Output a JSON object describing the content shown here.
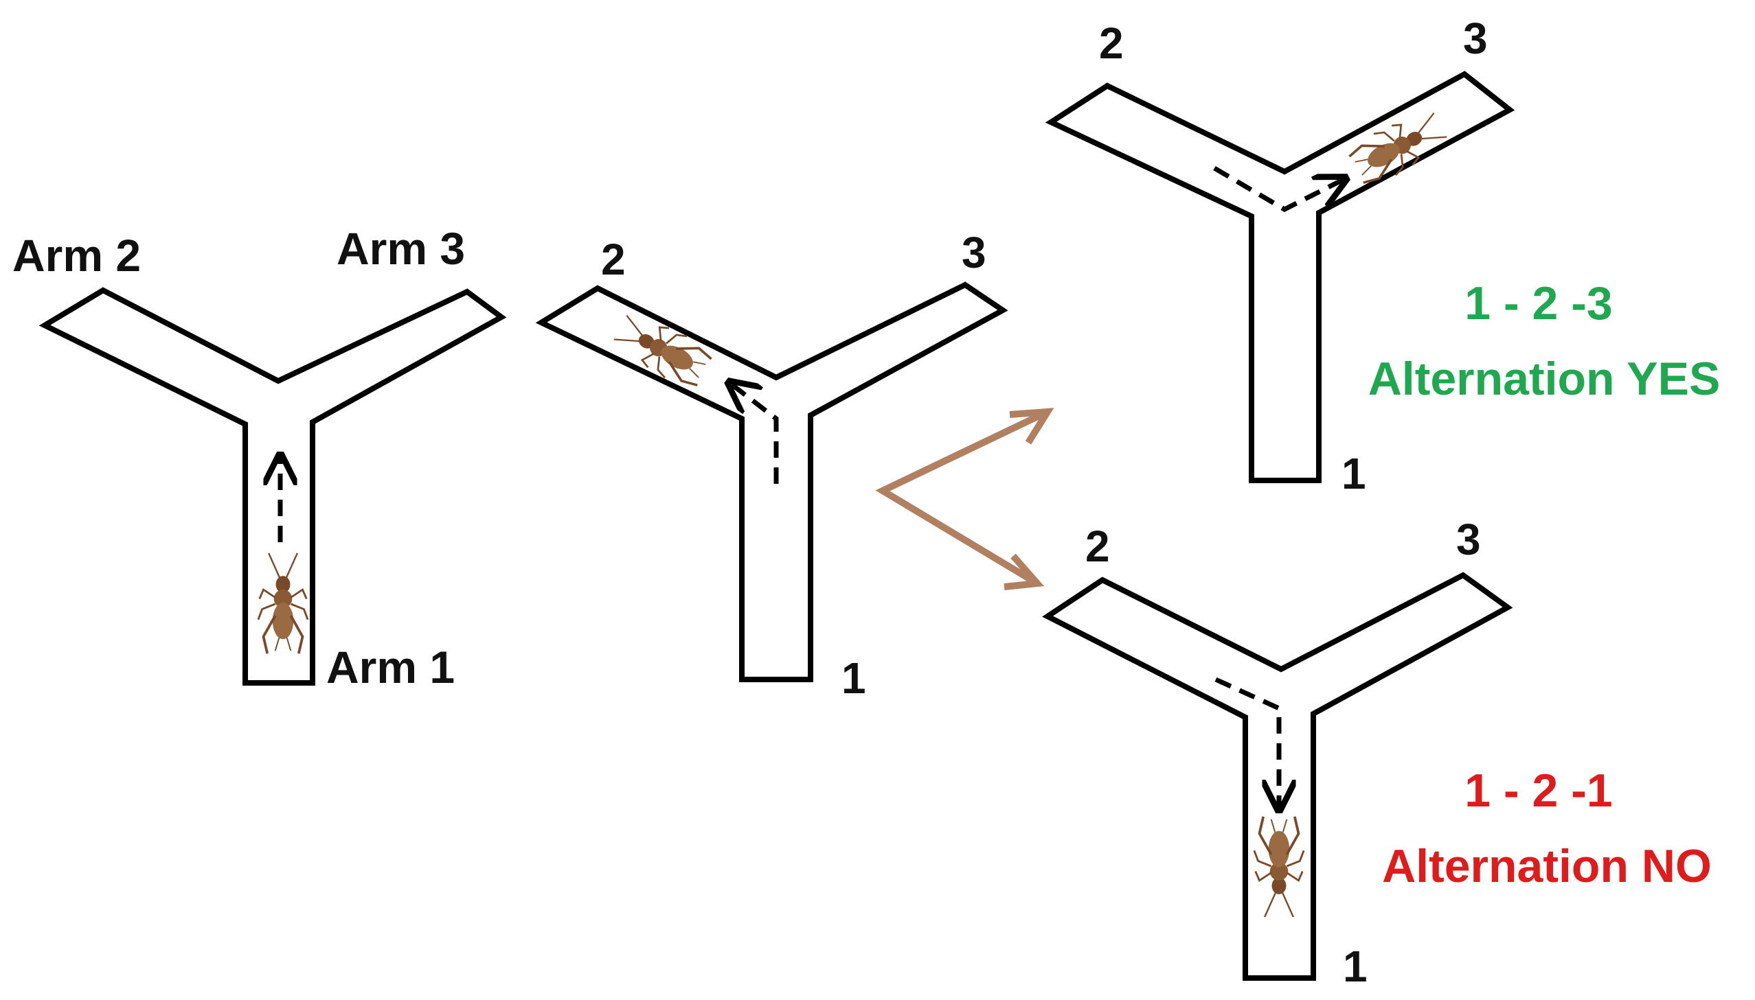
{
  "maze_1": {
    "arm_labels": [
      "Arm 1",
      "Arm 2",
      "Arm 3"
    ]
  },
  "maze_2": {
    "arm_labels": [
      "1",
      "2",
      "3"
    ]
  },
  "maze_yes": {
    "arm_labels": [
      "1",
      "2",
      "3"
    ],
    "sequence": "1 - 2 -3",
    "result": "Alternation YES",
    "color": "#1fa84f"
  },
  "maze_no": {
    "arm_labels": [
      "1",
      "2",
      "3"
    ],
    "sequence": "1 - 2 -1",
    "result": "Alternation NO",
    "color": "#e01b1b"
  },
  "colors": {
    "outline": "#000000",
    "branch_arrows": "#b08060",
    "cricket": "#8a5a34"
  },
  "icons": [
    "cricket-icon",
    "dashed-arrow-icon",
    "branch-arrow-icon"
  ]
}
